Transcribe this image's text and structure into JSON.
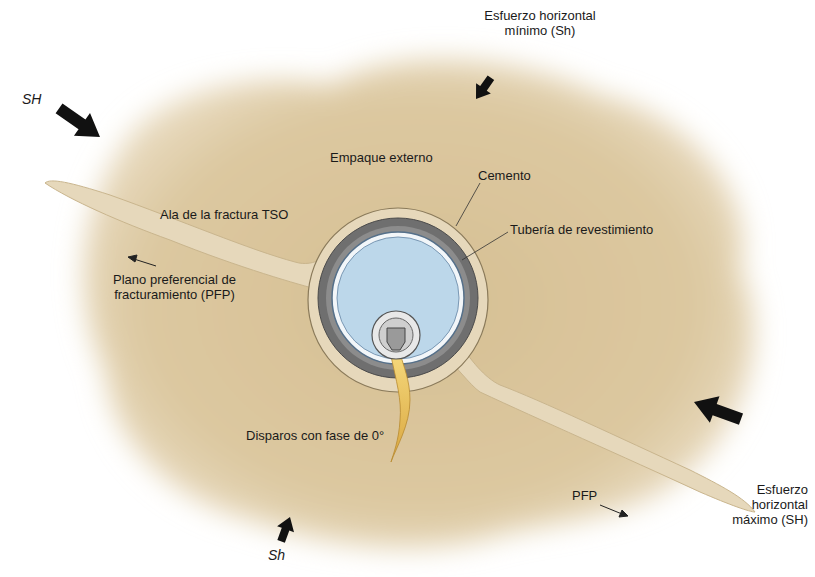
{
  "diagram": {
    "labels": [
      "Esfuerzo horizontal mínimo (Sh)",
      "SH",
      "Empaque externo",
      "Cemento",
      "Tubería de revestimiento",
      "Ala de la fractura TSO",
      "Plano preferencial de fracturamiento (PFP)",
      "Disparos con fase de 0°",
      "PFP",
      "Esfuerzo horizontal máximo (SH)",
      "Sh"
    ]
  }
}
